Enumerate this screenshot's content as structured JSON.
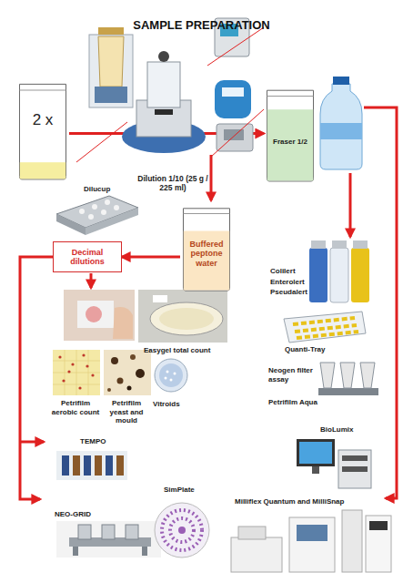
{
  "diagram": {
    "title": "SAMPLE PREPARATION",
    "nodes": [
      {
        "text": [
          "2 x"
        ]
      },
      {
        "text": [
          "Fraser 1/2"
        ]
      },
      {
        "text": [
          "Buffered peptone water"
        ]
      },
      {
        "text": [
          "Decimal dilutions"
        ]
      }
    ],
    "edges": [
      {
        "from": 0,
        "to": 1,
        "arrow": "to"
      },
      {
        "from": 2,
        "to": 3,
        "arrow": "to"
      }
    ],
    "labels": [
      "Dilution 1/10 (25 g / 225 ml)",
      "Dilucup",
      "Easygel total count",
      "Petrifilm aerobic count",
      "Petrifilm yeast and mould",
      "Vitroids",
      "TEMPO",
      "NEO-GRID",
      "SimPlate",
      "Colilert Enterolert Pseudalert",
      "Quanti-Tray",
      "Neogen filter assay",
      "Petrifilm Aqua",
      "BioLumix",
      "Milliflex Quantum and MilliSnap"
    ]
  }
}
